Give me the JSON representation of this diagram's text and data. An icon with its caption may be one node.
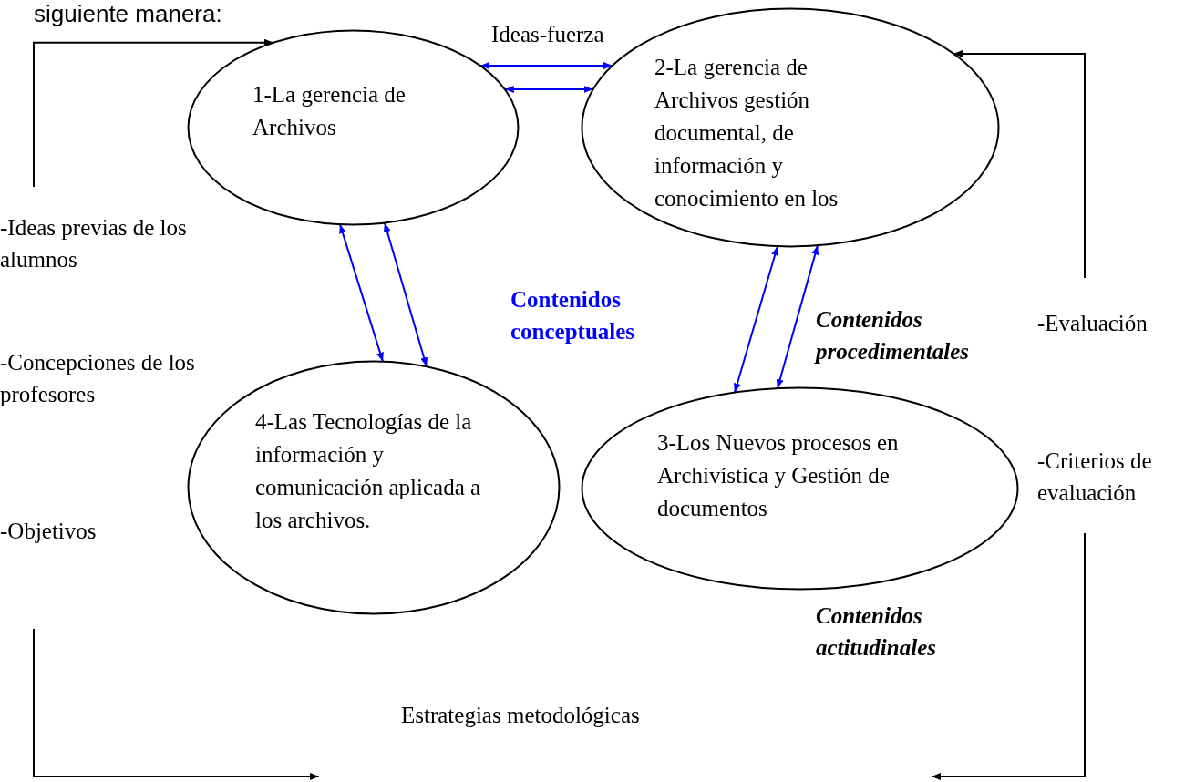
{
  "diagram": {
    "nodes": [
      {
        "text": [
          "1-La gerencia de Archivos"
        ]
      },
      {
        "text": [
          "2-La gerencia de Archivos gestión documental, de información y conocimiento en los"
        ]
      },
      {
        "text": [
          "4-Las Tecnologías de la información y comunicación aplicada a los archivos."
        ]
      },
      {
        "text": [
          "3-Los Nuevos procesos en Archivística y Gestión de documentos"
        ]
      }
    ],
    "edges": [
      {
        "from": 0,
        "to": 1,
        "arrow": "both",
        "label": "Ideas-fuerza"
      },
      {
        "from": 0,
        "to": 1,
        "arrow": "both"
      },
      {
        "from": 0,
        "to": 2,
        "arrow": "both"
      },
      {
        "from": 0,
        "to": 2,
        "arrow": "both"
      },
      {
        "from": 1,
        "to": 3,
        "arrow": "both"
      },
      {
        "from": 1,
        "to": 3,
        "arrow": "both"
      },
      {
        "from": null,
        "to": 0,
        "arrow": "to",
        "color": "#000000"
      },
      {
        "from": null,
        "to": 1,
        "arrow": "to",
        "color": "#000000"
      }
    ],
    "labels": [
      "siguiente manera:",
      "-Ideas previas de los alumnos",
      "Contenidos conceptuales",
      "Contenidos procedimentales",
      "-Evaluación",
      "-Concepciones de los profesores",
      "-Criterios de evaluación",
      "-Objetivos",
      "Contenidos actitudinales",
      "Estrategias metodológicas"
    ]
  }
}
